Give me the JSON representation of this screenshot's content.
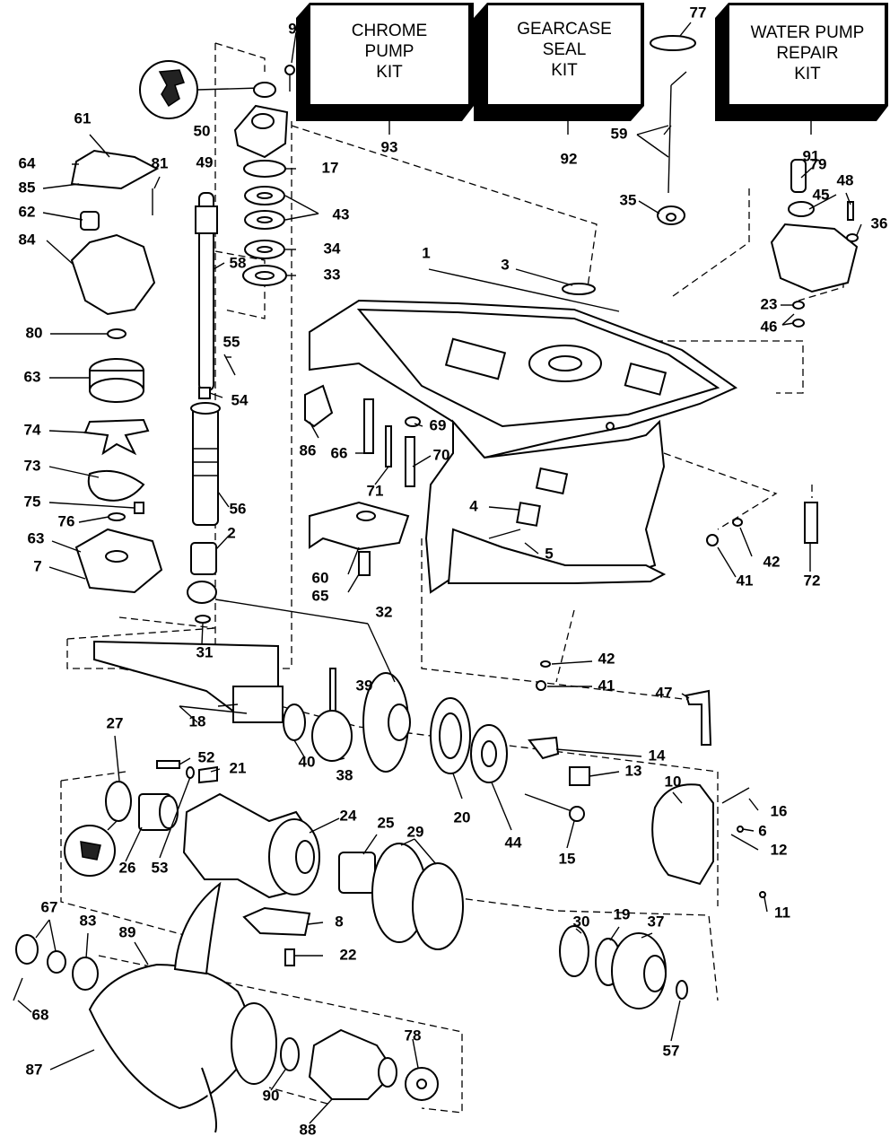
{
  "kits": [
    {
      "id": "chrome-pump-kit",
      "lines": [
        "CHROME",
        "PUMP",
        "KIT"
      ],
      "part": "93"
    },
    {
      "id": "gearcase-seal-kit",
      "lines": [
        "GEARCASE",
        "SEAL",
        "KIT"
      ],
      "part": "92"
    },
    {
      "id": "water-pump-repair-kit",
      "lines": [
        "WATER PUMP",
        "REPAIR",
        "KIT"
      ],
      "part": "91"
    }
  ],
  "callouts": [
    "1",
    "2",
    "3",
    "4",
    "5",
    "6",
    "7",
    "8",
    "9",
    "10",
    "11",
    "12",
    "13",
    "14",
    "15",
    "16",
    "17",
    "18",
    "19",
    "20",
    "21",
    "22",
    "23",
    "24",
    "25",
    "26",
    "27",
    "29",
    "30",
    "31",
    "32",
    "33",
    "34",
    "35",
    "36",
    "37",
    "38",
    "39",
    "40",
    "41",
    "42",
    "43",
    "44",
    "45",
    "46",
    "47",
    "48",
    "49",
    "50",
    "52",
    "53",
    "54",
    "55",
    "56",
    "57",
    "58",
    "59",
    "60",
    "61",
    "62",
    "63",
    "64",
    "65",
    "66",
    "67",
    "68",
    "69",
    "70",
    "71",
    "72",
    "73",
    "74",
    "75",
    "76",
    "77",
    "78",
    "79",
    "80",
    "81",
    "83",
    "84",
    "85",
    "86",
    "87",
    "88",
    "89",
    "90",
    "91",
    "92",
    "93"
  ]
}
